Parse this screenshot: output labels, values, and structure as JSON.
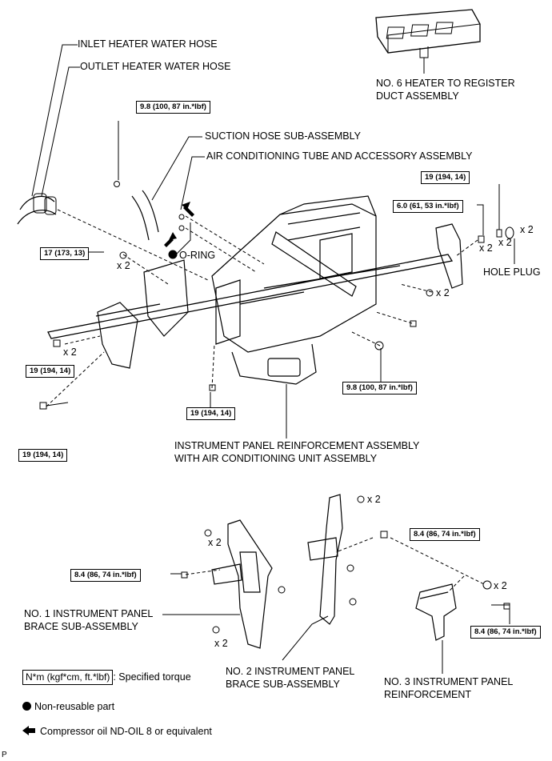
{
  "labels": {
    "inlet_hose": "INLET HEATER WATER HOSE",
    "outlet_hose": "OUTLET HEATER WATER HOSE",
    "no6_duct_l1": "NO. 6 HEATER TO REGISTER",
    "no6_duct_l2": "DUCT ASSEMBLY",
    "suction_hose": "SUCTION HOSE SUB-ASSEMBLY",
    "ac_tube": "AIR CONDITIONING TUBE AND ACCESSORY ASSEMBLY",
    "o_ring": "O-RING",
    "hole_plug": "HOLE PLUG",
    "reinf_l1": "INSTRUMENT PANEL REINFORCEMENT ASSEMBLY",
    "reinf_l2": "WITH AIR CONDITIONING UNIT ASSEMBLY",
    "brace1_l1": "NO. 1 INSTRUMENT PANEL",
    "brace1_l2": "BRACE SUB-ASSEMBLY",
    "brace2_l1": "NO. 2 INSTRUMENT PANEL",
    "brace2_l2": "BRACE SUB-ASSEMBLY",
    "no3_l1": "NO. 3 INSTRUMENT PANEL",
    "no3_l2": "REINFORCEMENT"
  },
  "torques": {
    "t_98_top": "9.8 (100, 87 in.*lbf)",
    "t_19_right": "19 (194, 14)",
    "t_60": "6.0 (61, 53 in.*lbf)",
    "t_17": "17 (173, 13)",
    "t_19_left": "19 (194, 14)",
    "t_98_mid": "9.8 (100, 87 in.*lbf)",
    "t_19_center": "19 (194, 14)",
    "t_19_bottom": "19 (194, 14)",
    "t_84_right": "8.4 (86, 74 in.*lbf)",
    "t_84_left": "8.4 (86, 74 in.*lbf)",
    "t_84_br": "8.4 (86, 74 in.*lbf)"
  },
  "qty": "x 2",
  "legend": {
    "torque_box": "N*m (kgf*cm, ft.*lbf)",
    "torque_text": ": Specified torque",
    "nonreusable": "Non-reusable part",
    "oil": "Compressor oil ND-OIL 8 or equivalent"
  },
  "corner_mark": "P"
}
